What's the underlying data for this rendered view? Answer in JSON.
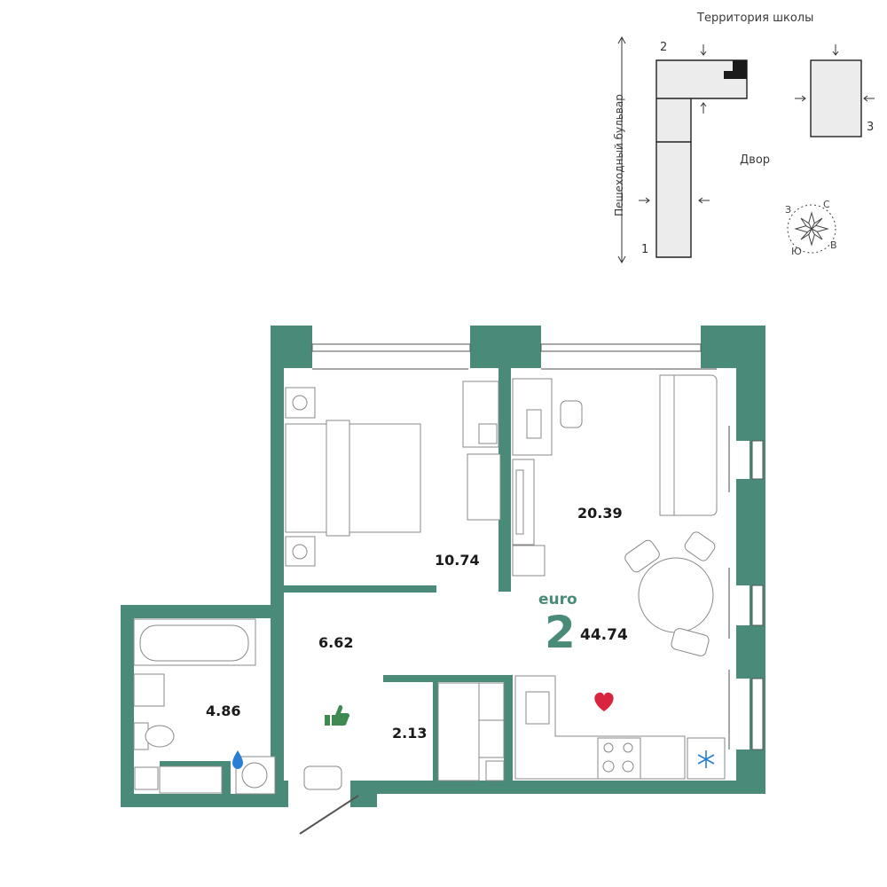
{
  "site": {
    "title": "Территория школы",
    "boulevard": "Пешеходный бульвар",
    "yard": "Двор",
    "buildings": [
      "1",
      "2",
      "3"
    ],
    "compass": {
      "n": "С",
      "e": "В",
      "s": "Ю",
      "w": "З"
    }
  },
  "apartment": {
    "type_label": "euro",
    "rooms": "2",
    "total_area": "44.74",
    "areas": {
      "bedroom": "10.74",
      "living": "20.39",
      "hall": "6.62",
      "bathroom": "4.86",
      "storage": "2.13"
    }
  },
  "colors": {
    "wall": "#4a8a78",
    "accent_heart": "#d9243f",
    "water_drop": "#2a7fd4",
    "thumb": "#3e8a52",
    "snowflake": "#2a7fd4",
    "building_fill": "#ececec",
    "building_dark": "#1a1a1a"
  },
  "icons": [
    "thumbs-up-icon",
    "heart-icon",
    "water-drop-icon",
    "snowflake-icon",
    "compass-rose-icon"
  ]
}
